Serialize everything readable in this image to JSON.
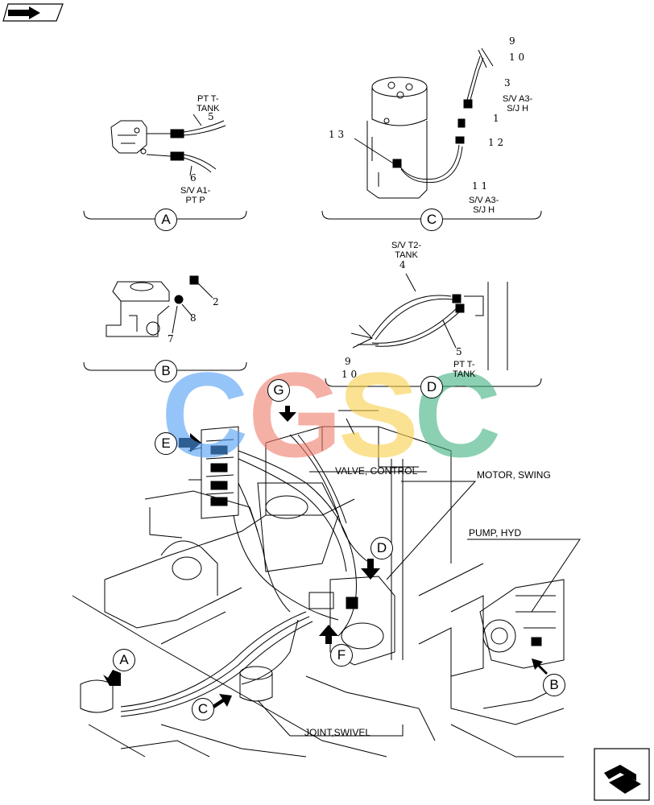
{
  "watermark": {
    "letters": [
      {
        "text": "C",
        "color": "#4f9df5"
      },
      {
        "text": "G",
        "color": "#f07c6c"
      },
      {
        "text": "S",
        "color": "#f7cf4a"
      },
      {
        "text": "C",
        "color": "#3fb27f"
      }
    ]
  },
  "callouts": {
    "a_detail": "A",
    "b_detail": "B",
    "c_detail": "C",
    "d_detail": "D",
    "g_main": "G",
    "e_main": "E",
    "d_main": "D",
    "f_main": "F",
    "a_main": "A",
    "c_main": "C",
    "b_main": "B"
  },
  "labels": {
    "pt_t_tank_a": "PT T-\nTANK",
    "sv_a1_pt_p": "S/V A1-\nPT P",
    "sv_a3_sjh_top": "S/V A3-\nS/J H",
    "sv_a3_sjh_bottom": "S/V A3-\nS/J H",
    "sv_t2_tank": "S/V T2-\nTANK",
    "pt_t_tank_d": "PT T-\nTANK",
    "valve_control": "VALVE, CONTROL",
    "motor_swing": "MOTOR, SWING",
    "pump_hyd": "PUMP, HYD",
    "joint_swivel": "JOINT,SWIVEL"
  },
  "part_numbers": {
    "n5_a": "5",
    "n6_a": "6",
    "n9_c": "9",
    "n10_c": "1 0",
    "n3_c": "3",
    "n1_c": "1",
    "n12_c": "1 2",
    "n13_c": "1 3",
    "n11_c": "1 1",
    "n2_b": "2",
    "n8_b": "8",
    "n7_b": "7",
    "n4_d": "4",
    "n5_d": "5",
    "n9_d": "9",
    "n10_d": "1 0"
  },
  "icons": {
    "top_left": "book-arrow-icon",
    "bottom_right": "page-turn-icon"
  }
}
